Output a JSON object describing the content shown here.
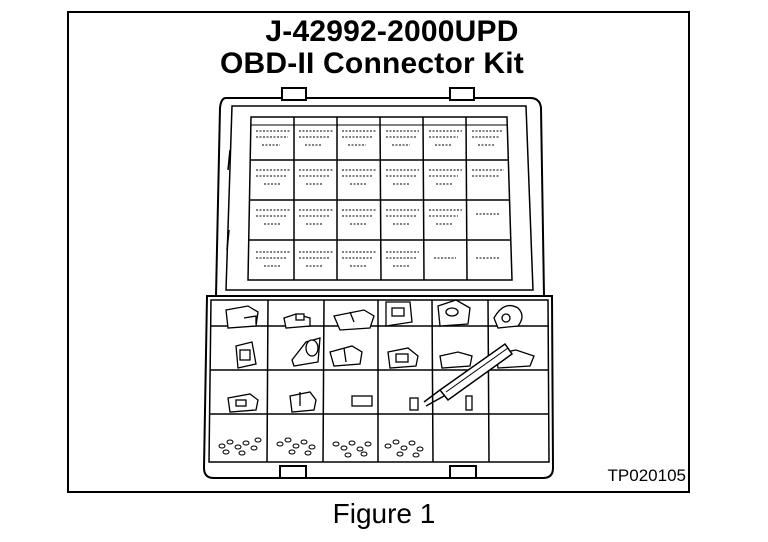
{
  "figure": {
    "title_line1": "J-42992-2000UPD",
    "title_line2": "OBD-II Connector Kit",
    "image_code": "TP020105",
    "caption": "Figure 1"
  },
  "illustration": {
    "subject": "open-connector-kit-case",
    "lid_chart_columns": 6,
    "lid_chart_rows": 4,
    "tray_columns": 6,
    "tray_rows": 4
  }
}
